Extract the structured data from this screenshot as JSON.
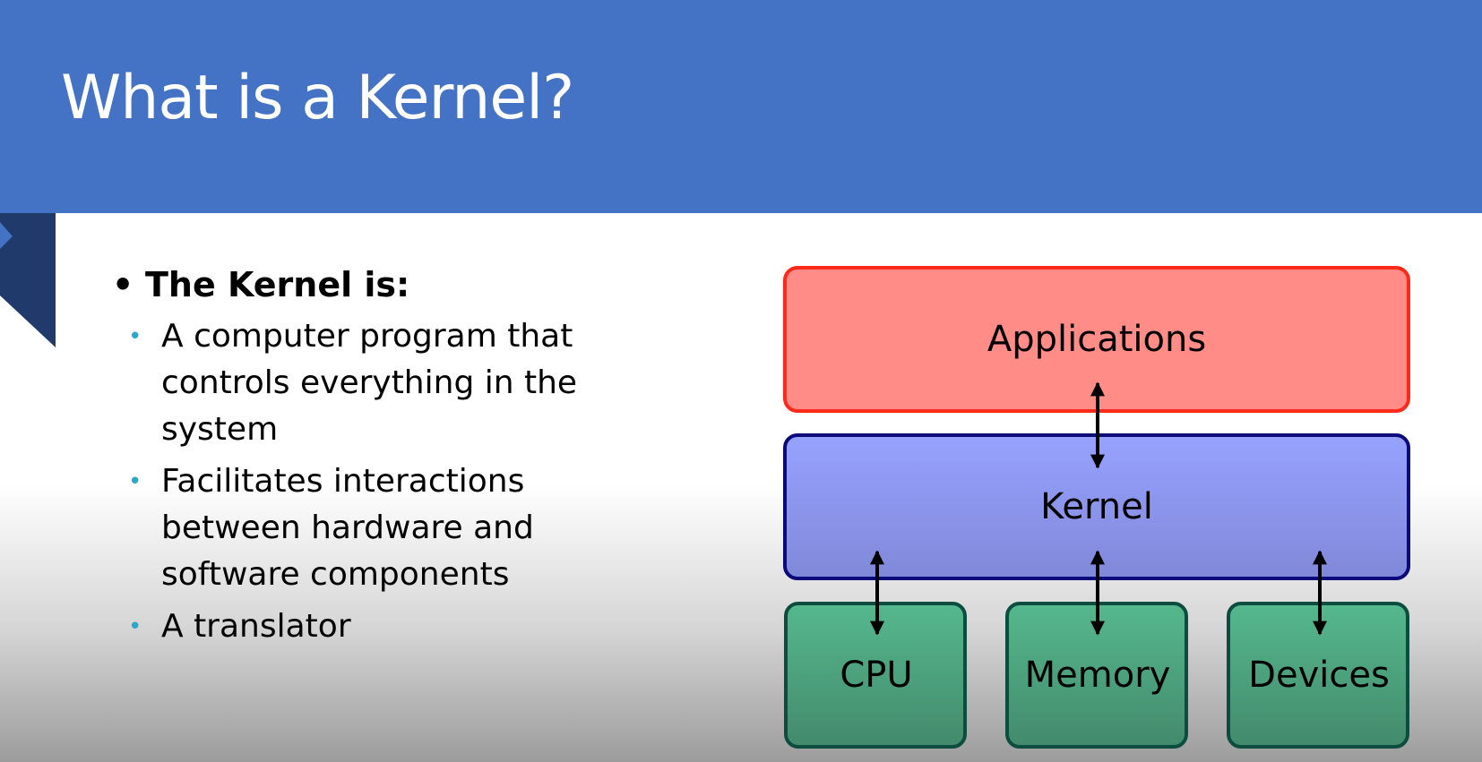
{
  "slide": {
    "title": "What is a Kernel?"
  },
  "bullets": {
    "main": "The Kernel is:",
    "items": [
      "A computer program that controls everything in the system",
      "Facilitates interactions between hardware and software components",
      "A translator"
    ]
  },
  "diagram": {
    "applications": "Applications",
    "kernel": "Kernel",
    "cpu": "CPU",
    "memory": "Memory",
    "devices": "Devices",
    "colors": {
      "applications_fill": "#ff8c87",
      "applications_stroke": "#ff2a1a",
      "kernel_fill": "#97a2ff",
      "kernel_stroke": "#0c0a7a",
      "hardware_fill": "#4fb288",
      "hardware_stroke": "#0d4d3f"
    }
  }
}
